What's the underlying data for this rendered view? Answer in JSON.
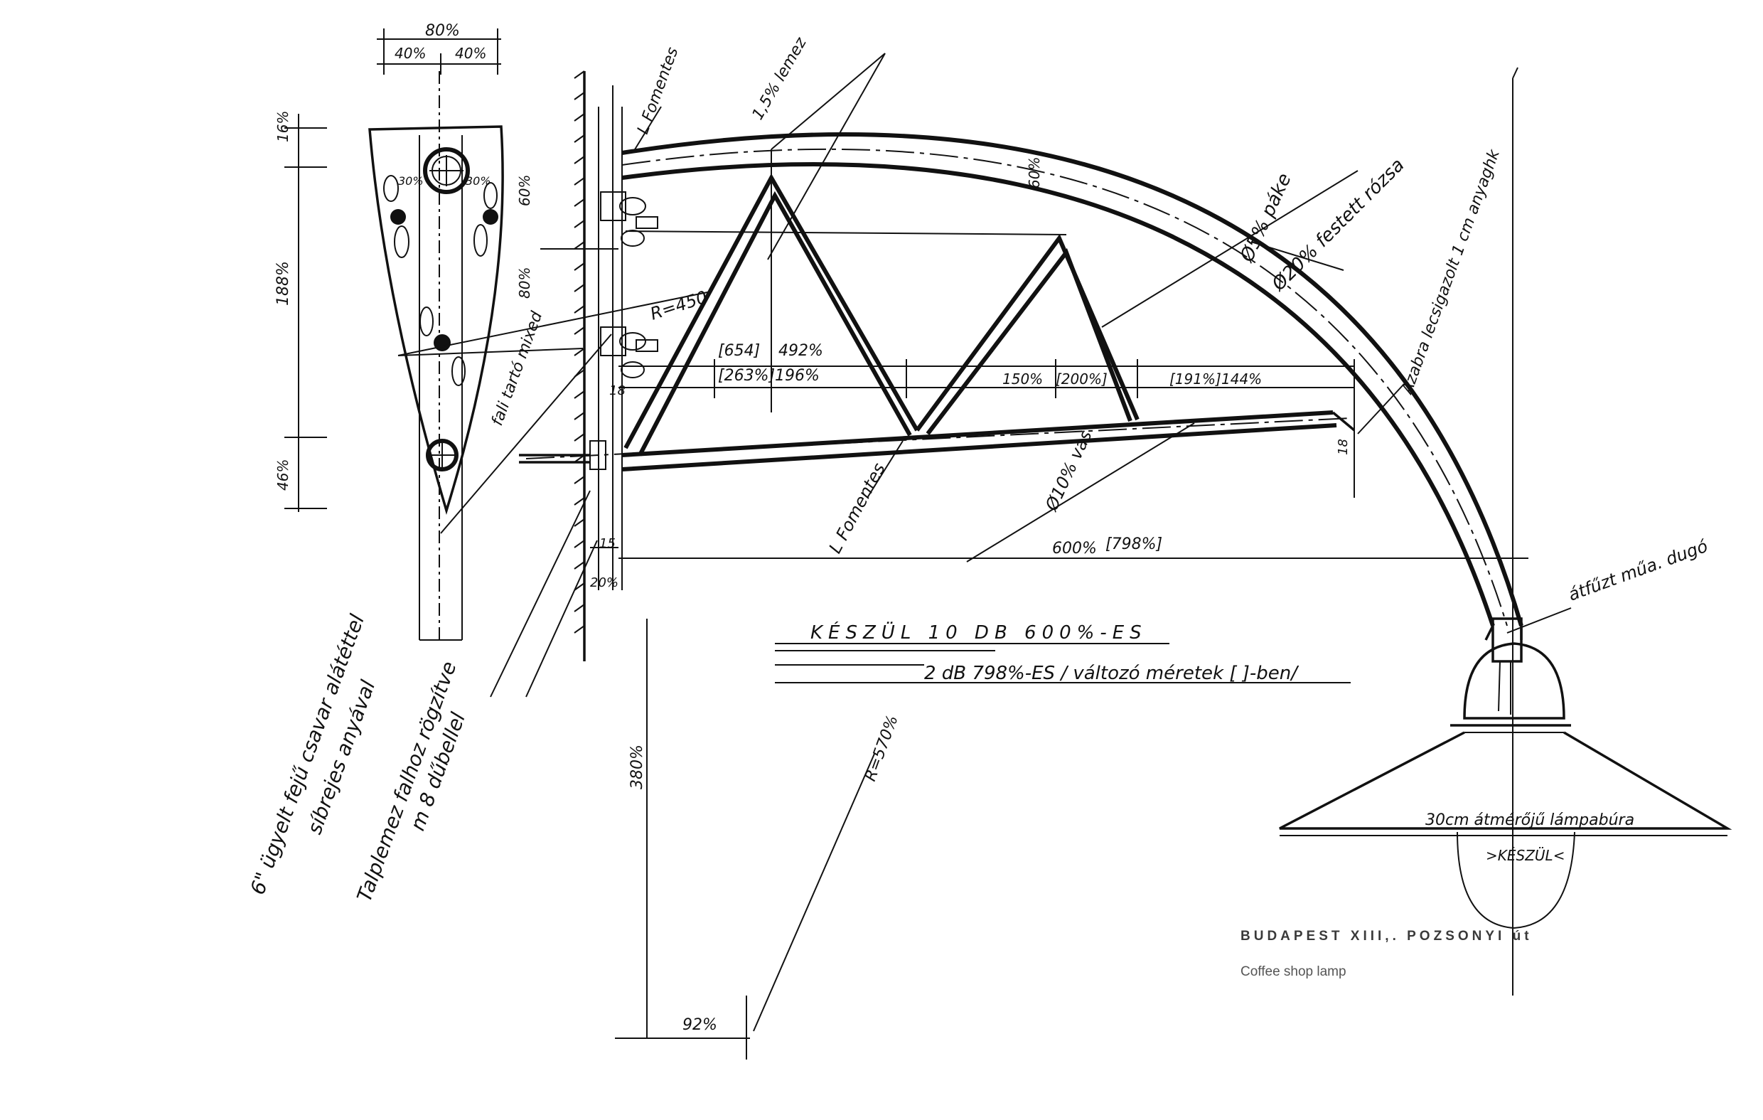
{
  "caption": {
    "title": "BUDAPEST XIII,. POZSONYI út",
    "subtitle": "Coffee shop lamp"
  },
  "annotations": {
    "width_total": "80%",
    "width_half_left": "40%",
    "width_half_right": "40%",
    "top_offset": "16%",
    "plate_height": "188%",
    "bottom_offset": "46%",
    "hole_spacing_left": "30%",
    "hole_spacing_right": "30%",
    "fomentes_top": "L Fomentes",
    "lemez": "1,5% lemez",
    "dim_60": "60%",
    "dim_80": "80%",
    "dim_60_right": "60%",
    "radius_small": "R=450",
    "dim_654": "[654]",
    "dim_492": "492%",
    "dim_263": "[263%]",
    "dim_196": "196%",
    "dim_150": "150%",
    "dim_200": "[200%]",
    "dim_191": "[191%]",
    "dim_144": "144%",
    "dim_18_left": "18",
    "dim_18_right": "18",
    "dim_15": "15",
    "dim_20": "20%",
    "pake": "Ø5% páke",
    "festett_rozsa": "Ø20% festett rózsa",
    "hajlitva": "Ø10% vas",
    "fomentes_mid": "L Fomentes",
    "full_length": "600%",
    "full_length_alt": "[798%]",
    "arm_note": "Azabra lecsigazolt 1 cm anyaghk",
    "plug": "átfűzt műa. dugó",
    "holder_note": "fali tartó mixed",
    "note_keszul_1": "KÉSZÜL  10 DB  600%-ES",
    "note_keszul_2": "2  dB  798%-ES / változó méretek [ ]-ben/",
    "note_diag_1": "6\" ügyelt fejű csavar alátéttel",
    "note_diag_2": "síbrejes anyával",
    "note_diag_3": "Talplemez falhoz rögzítve",
    "note_diag_4": "m 8 dűbellel",
    "dim_380": "380%",
    "dim_92": "92%",
    "radius_large": "R=570%",
    "shade_note": "30cm átmérőjű lámpabúra",
    "shade_keszul": ">KÉSZÜL<"
  }
}
